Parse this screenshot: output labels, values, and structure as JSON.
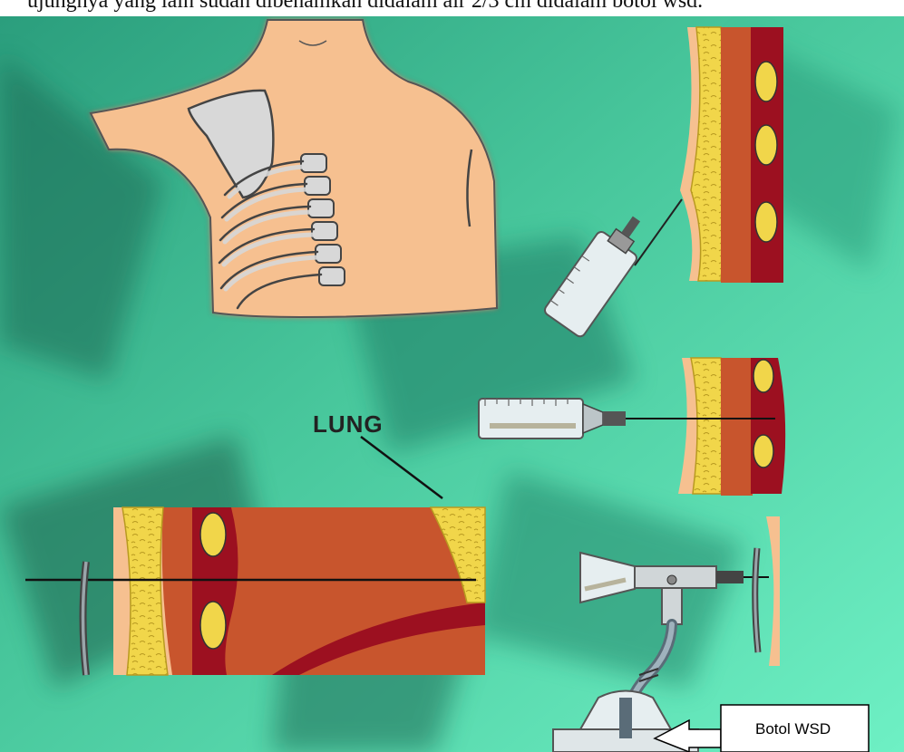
{
  "caption": {
    "text": "ujungnya yang lain sudah dibenamkan didalam air 2/3 cm didalam botol wsd."
  },
  "labels": {
    "lung": "LUNG",
    "botol_wsd": "Botol WSD"
  },
  "colors": {
    "background_teal": "#3fcf9e",
    "background_dark": "#1f7a63",
    "skin": "#f6c090",
    "fat": "#f1d64a",
    "muscle": "#c8552d",
    "pleura_red": "#9c1020",
    "bone": "#d8d8d8"
  }
}
